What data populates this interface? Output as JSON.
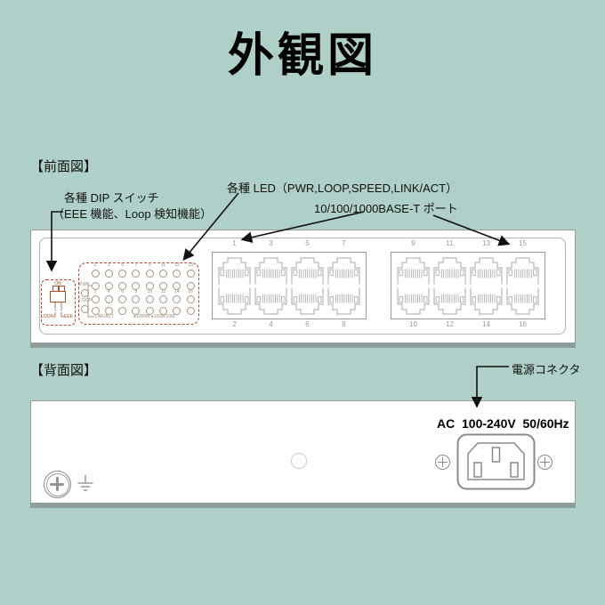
{
  "colors": {
    "background": "#afd0c9",
    "dashed_outline": "#b5472e",
    "chassis_strip": "#8d9d9a",
    "arrow": "#111111"
  },
  "title": "外観図",
  "front": {
    "section_label": "【前面図】",
    "annotations": {
      "dip_line1": "各種 DIP スイッチ",
      "dip_line2": "（EEE 機能、Loop 検知機能）",
      "led": "各種 LED（PWR,LOOP,SPEED,LINK/ACT）",
      "ports": "10/100/1000BASE-T ポート"
    },
    "dip_switch": {
      "on_label": "ON",
      "positions": [
        "1",
        "2"
      ],
      "left_label": "LOOP",
      "right_label": "EEE"
    },
    "led_panel": {
      "odd_numbers": [
        "1",
        "3",
        "5",
        "7",
        "9",
        "11",
        "13",
        "15"
      ],
      "even_numbers": [
        "2",
        "4",
        "6",
        "8",
        "10",
        "12",
        "14",
        "16"
      ],
      "pwr_label": "PWR",
      "loop_label": "LOOP",
      "lnkact_label": "LNK/ACT",
      "legend": "●1000M ●100M/10M"
    },
    "port_blocks": [
      {
        "top_numbers": [
          "1",
          "3",
          "5",
          "7"
        ],
        "bottom_numbers": [
          "2",
          "4",
          "6",
          "8"
        ]
      },
      {
        "top_numbers": [
          "9",
          "11",
          "13",
          "15"
        ],
        "bottom_numbers": [
          "10",
          "12",
          "14",
          "16"
        ]
      }
    ]
  },
  "rear": {
    "section_label": "【背面図】",
    "annotation_power": "電源コネクタ",
    "ac_rating": "AC  100-240V  50/60Hz"
  }
}
